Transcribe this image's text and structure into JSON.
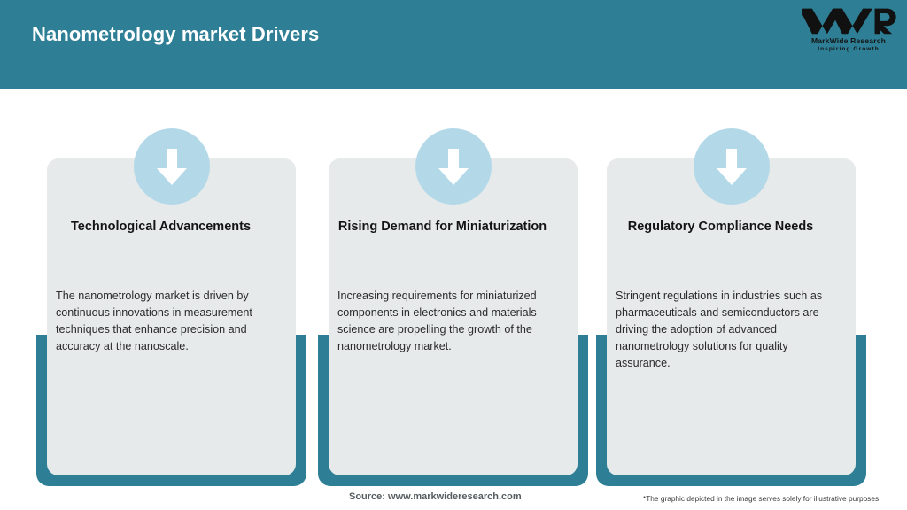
{
  "header": {
    "title": "Nanometrology market Drivers",
    "background_color": "#2e7f96",
    "title_color": "#ffffff"
  },
  "logo": {
    "mark": "MWR",
    "name": "MarkWide Research",
    "tagline": "Inspiring Growth"
  },
  "theme": {
    "accent_teal": "#2e7f96",
    "panel_grey": "#e6eaeb",
    "badge_blue": "#b3d9e8",
    "arrow_white": "#ffffff",
    "body_text": "#2b2b2b",
    "title_text": "#141414"
  },
  "cards": [
    {
      "icon": "down-arrow-icon",
      "title": "Technological Advancements",
      "body": "The nanometrology market is driven by continuous innovations in measurement techniques that enhance precision and accuracy at the nanoscale."
    },
    {
      "icon": "down-arrow-icon",
      "title": "Rising Demand for Miniaturization",
      "body": "Increasing requirements for miniaturized components in electronics and materials science are propelling the growth of the nanometrology market."
    },
    {
      "icon": "down-arrow-icon",
      "title": "Regulatory Compliance Needs",
      "body": "Stringent regulations in industries such as pharmaceuticals and semiconductors are driving the adoption of advanced nanometrology solutions for quality assurance."
    }
  ],
  "footer": {
    "source": "Source: www.markwideresearch.com",
    "disclaimer": "*The graphic depicted in the image serves solely for illustrative purposes"
  }
}
